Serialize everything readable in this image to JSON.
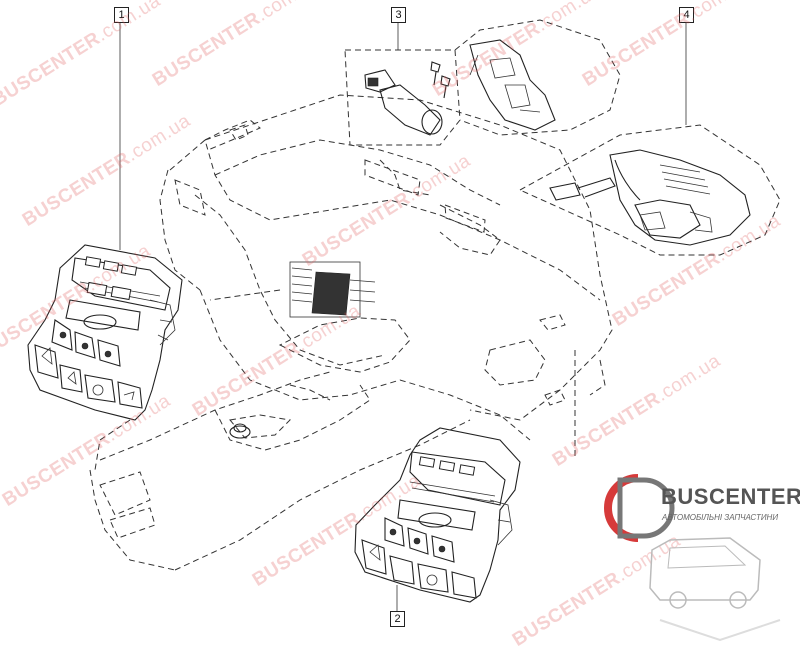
{
  "callouts": {
    "c1": "1",
    "c2": "2",
    "c3": "3",
    "c4": "4"
  },
  "watermark": {
    "brand": "BUSCENTER",
    "domain": ".com.ua"
  },
  "logo": {
    "name": "BUSCENTER",
    "tagline": "АВТОМОБІЛЬНІ ЗАПЧАСТИНИ"
  },
  "colors": {
    "line": "#222222",
    "watermark": "#e05a5a",
    "logo_red": "#d63a3a",
    "logo_gray": "#555555"
  }
}
